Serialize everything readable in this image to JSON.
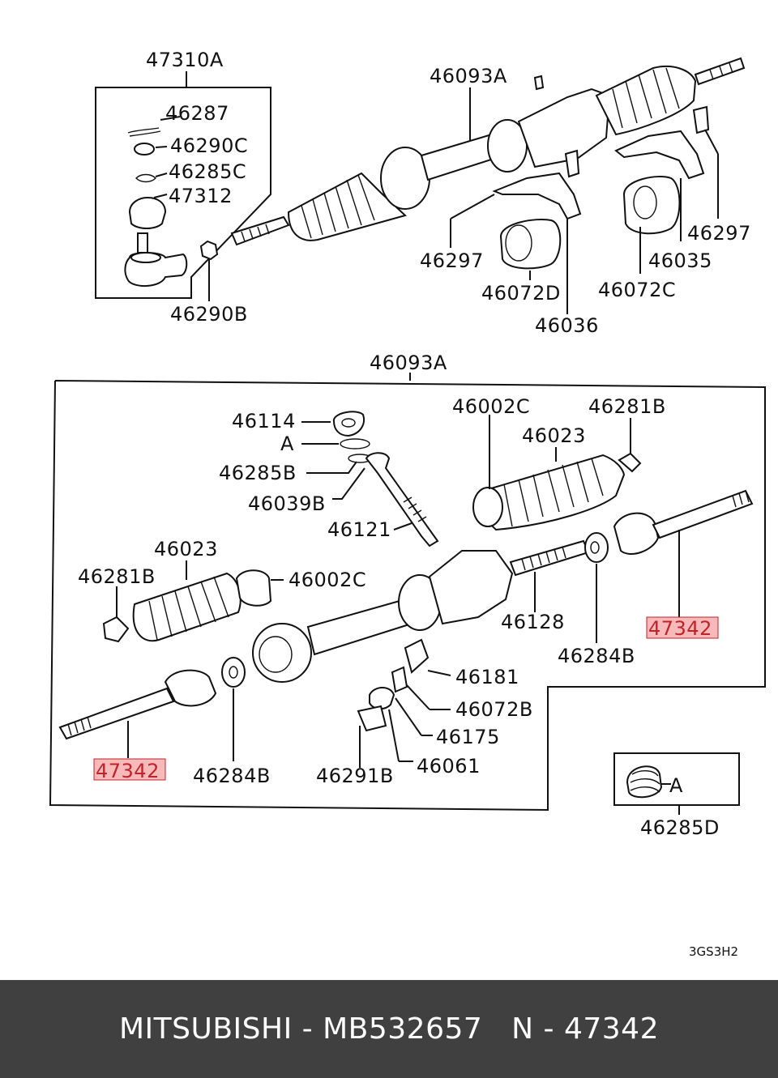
{
  "top_group": {
    "assembly_label": "47310A",
    "parts": [
      "46287",
      "46290C",
      "46285C",
      "47312"
    ],
    "nut_label": "46290B"
  },
  "top_rack": {
    "label": "46093A",
    "callouts": [
      "46297",
      "46072D",
      "46036",
      "46297",
      "46035",
      "46072C"
    ]
  },
  "exploded": {
    "assembly_label": "46093A",
    "callouts": [
      "46114",
      "A",
      "46285B",
      "46039B",
      "46121",
      "46002C",
      "46281B",
      "46023",
      "46023",
      "46281B",
      "46002C",
      "46128",
      "46284B",
      "46181",
      "46072B",
      "46175",
      "46061",
      "46291B",
      "46284B"
    ],
    "highlighted": [
      "47342",
      "47342"
    ],
    "highlight_color": "#f08080"
  },
  "seal_box": {
    "label": "A",
    "part": "46285D"
  },
  "diagram_code": "3GS3H2",
  "footer": {
    "brand": "MITSUBISHI",
    "sep1": " - ",
    "part_number": "MB532657",
    "gap": "   ",
    "prefix": "N",
    "sep2": " - ",
    "ref": "47342",
    "bg_color": "#404040"
  }
}
